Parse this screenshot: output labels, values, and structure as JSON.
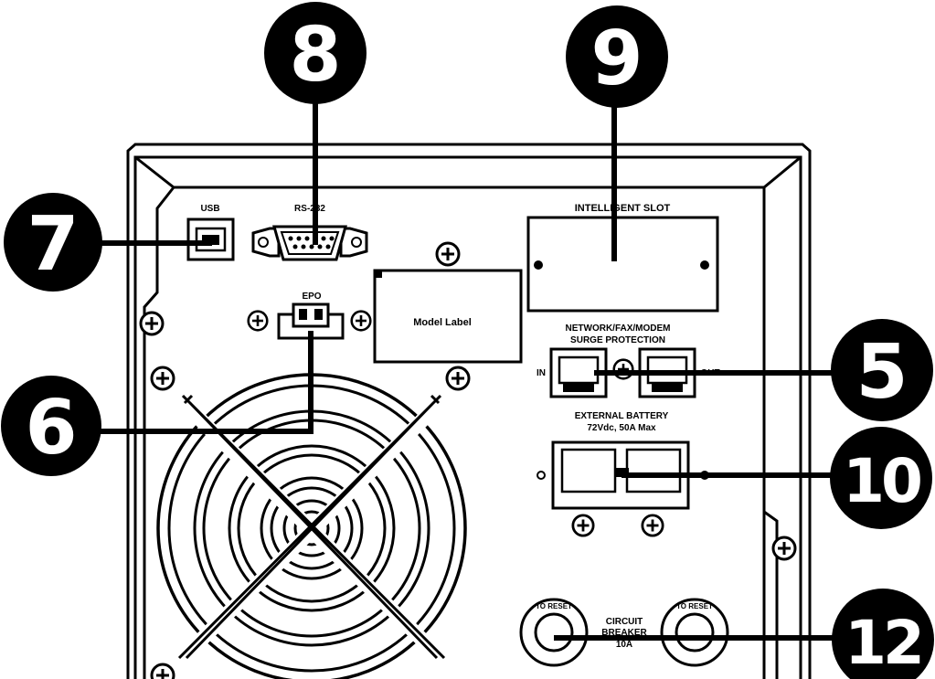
{
  "panel": {
    "usb_label": "USB",
    "rs232_label": "RS-232",
    "epo_label": "EPO",
    "intelligent_slot_label": "INTELLIGENT SLOT",
    "model_label_text": "Model Label",
    "surge_line1": "NETWORK/FAX/MODEM",
    "surge_line2": "SURGE PROTECTION",
    "in_label": "IN",
    "out_label": "OUT",
    "battery_line1": "EXTERNAL BATTERY",
    "battery_line2": "72Vdc, 50A Max",
    "breaker_line1": "CIRCUIT",
    "breaker_line2": "BREAKER",
    "breaker_line3": "10A",
    "reset_text": "TO RESET"
  },
  "callouts": {
    "c5": "5",
    "c6": "6",
    "c7": "7",
    "c8": "8",
    "c9": "9",
    "c10": "10",
    "c12": "12"
  },
  "colors": {
    "ink": "#000000",
    "paper": "#ffffff"
  }
}
